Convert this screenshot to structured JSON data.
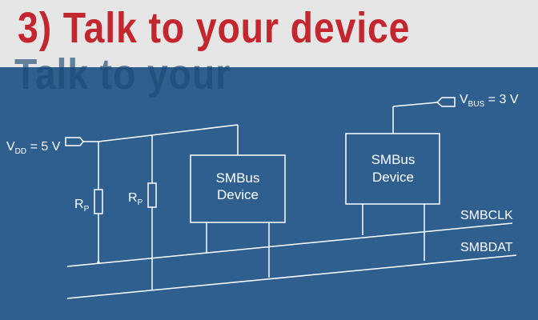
{
  "header": {
    "headline": "3) Talk to your device",
    "ghost_text": "Talk to your"
  },
  "diagram": {
    "vdd": {
      "main": "V",
      "sub": "DD",
      "rest": " = 5 V"
    },
    "vbus": {
      "main": "V",
      "sub": "BUS",
      "rest": " = 3 V"
    },
    "resistor_1": {
      "main": "R",
      "sub": "P"
    },
    "resistor_2": {
      "main": "R",
      "sub": "P"
    },
    "device_1": {
      "line1": "SMBus",
      "line2": "Device"
    },
    "device_2": {
      "line1": "SMBus",
      "line2": "Device"
    },
    "smbclk_label": "SMBCLK",
    "smbdat_label": "SMBDAT"
  },
  "colors": {
    "background": "#2e5f8f",
    "title_band": "#e6e6e6",
    "headline": "#c3262e",
    "lines": "#ffffff"
  }
}
